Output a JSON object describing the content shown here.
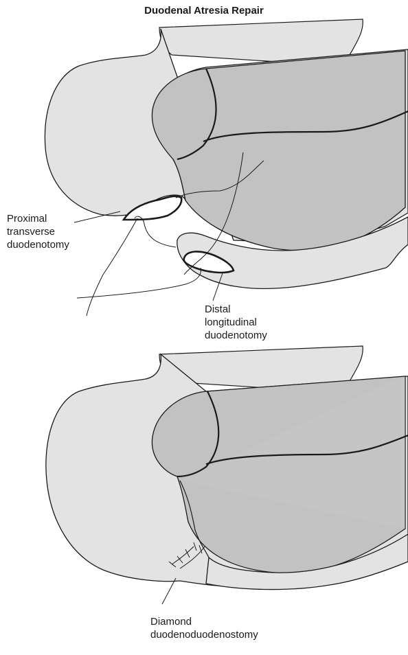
{
  "title": "Duodenal Atresia Repair",
  "labels": {
    "proximal": [
      "Proximal",
      "transverse",
      "duodenotomy"
    ],
    "distal": [
      "Distal",
      "longitudinal",
      "duodenotomy"
    ],
    "diamond": [
      "Diamond",
      "duodenoduodenostomy"
    ]
  },
  "colors": {
    "tissue_light": "#e3e3e3",
    "tissue_dark": "#c2c2c2",
    "outline": "#1a1a1a",
    "background": "#ffffff"
  }
}
